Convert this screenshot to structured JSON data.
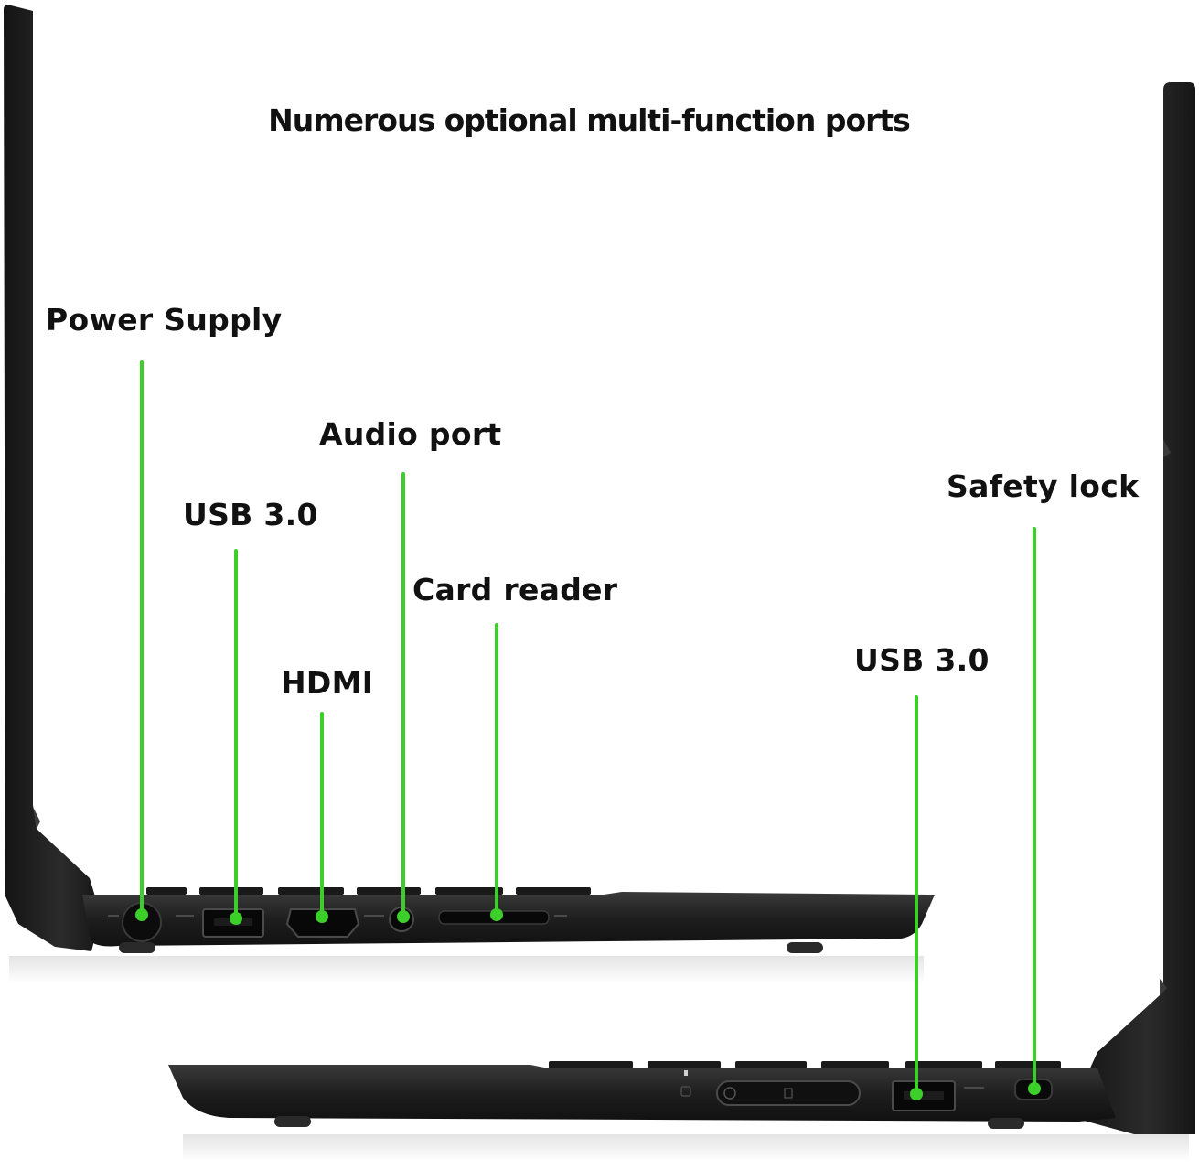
{
  "heading": "Numerous optional multi-function ports",
  "labels": {
    "power_supply": "Power Supply",
    "usb_left": "USB 3.0",
    "hdmi": "HDMI",
    "audio_port": "Audio port",
    "card_reader": "Card reader",
    "usb_right": "USB 3.0",
    "safety_lock": "Safety lock"
  },
  "colors": {
    "laptop_body": "#1f1f1f",
    "callout_line": "#3ccf2a",
    "callout_dot": "#3ccf2a",
    "text": "#111111",
    "background": "#ffffff"
  }
}
